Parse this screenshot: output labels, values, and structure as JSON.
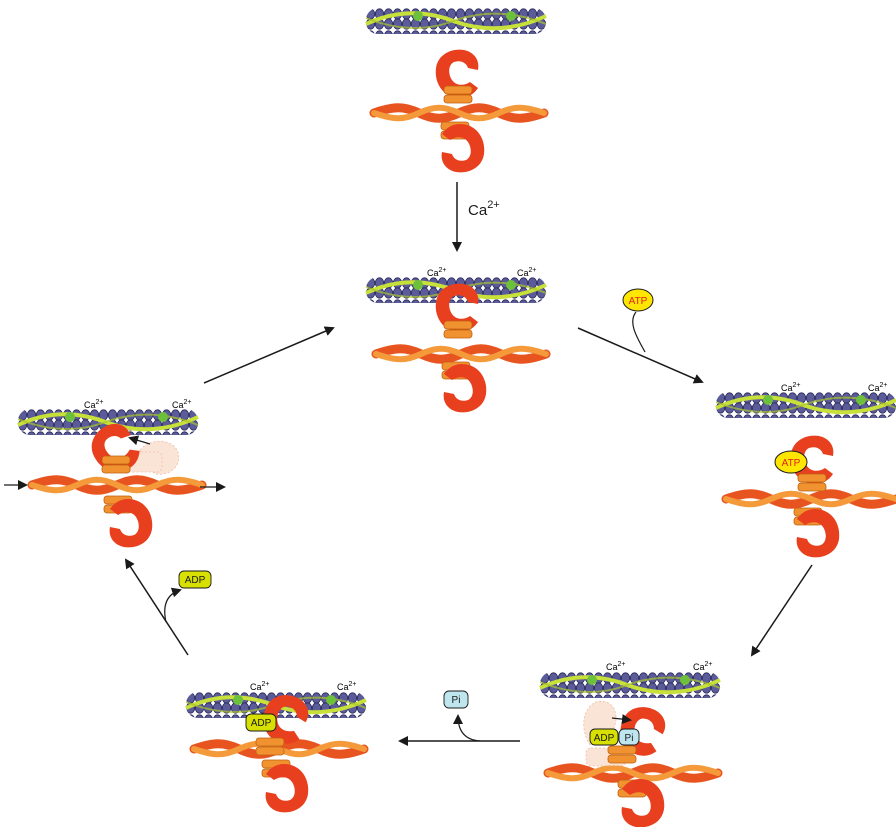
{
  "labels": {
    "calcium_ion": "Ca",
    "calcium_charge": "2+",
    "atp": "ATP",
    "adp": "ADP",
    "phosphate": "Pi"
  },
  "colors": {
    "actin_bead": "#5b5b9a",
    "actin_bead_edge": "#2a2a5c",
    "tropomyosin": "#c8e03a",
    "troponin": "#6dc03a",
    "thick_filament_a": "#e8541f",
    "thick_filament_b": "#f49a3a",
    "myosin_head": "#e8401f",
    "myosin_neck": "#f19230",
    "atp_fill": "#ffe600",
    "atp_text": "#e0201a",
    "adp_fill": "#d7e000",
    "pi_fill": "#bfe6ef",
    "ghost_head": "#f9d9c6",
    "arrow": "#1a1a1a"
  }
}
